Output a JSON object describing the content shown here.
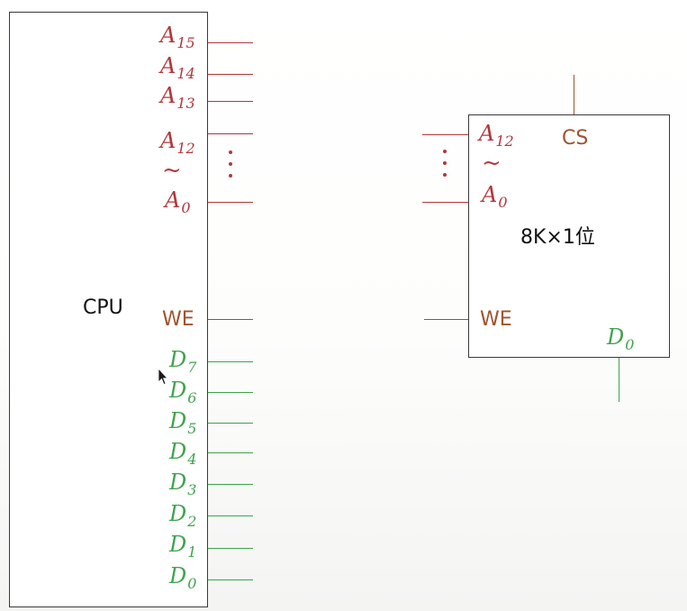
{
  "colors": {
    "address": "#b1373b",
    "control": "#a0522d",
    "data": "#3fa34d",
    "outline": "#3a3a3a",
    "title": "#111111"
  },
  "cpu": {
    "title": "CPU",
    "address_pins": [
      {
        "name": "A",
        "sub": "15"
      },
      {
        "name": "A",
        "sub": "14"
      },
      {
        "name": "A",
        "sub": "13"
      },
      {
        "name": "A",
        "sub": "12"
      },
      {
        "name": "A",
        "sub": "0"
      }
    ],
    "range_tilde": "~",
    "we_label": "WE",
    "data_pins": [
      {
        "name": "D",
        "sub": "7"
      },
      {
        "name": "D",
        "sub": "6"
      },
      {
        "name": "D",
        "sub": "5"
      },
      {
        "name": "D",
        "sub": "4"
      },
      {
        "name": "D",
        "sub": "3"
      },
      {
        "name": "D",
        "sub": "2"
      },
      {
        "name": "D",
        "sub": "1"
      },
      {
        "name": "D",
        "sub": "0"
      }
    ]
  },
  "memory": {
    "title": "8K×1位",
    "address_pins": [
      {
        "name": "A",
        "sub": "12"
      },
      {
        "name": "A",
        "sub": "0"
      }
    ],
    "range_tilde": "~",
    "cs_label": "CS",
    "we_label": "WE",
    "data_pin": {
      "name": "D",
      "sub": "0"
    }
  },
  "icons": {
    "cpu_dots": "vertical-ellipsis-icon",
    "memory_dots": "vertical-ellipsis-icon",
    "pointer": "mouse-cursor-icon"
  }
}
